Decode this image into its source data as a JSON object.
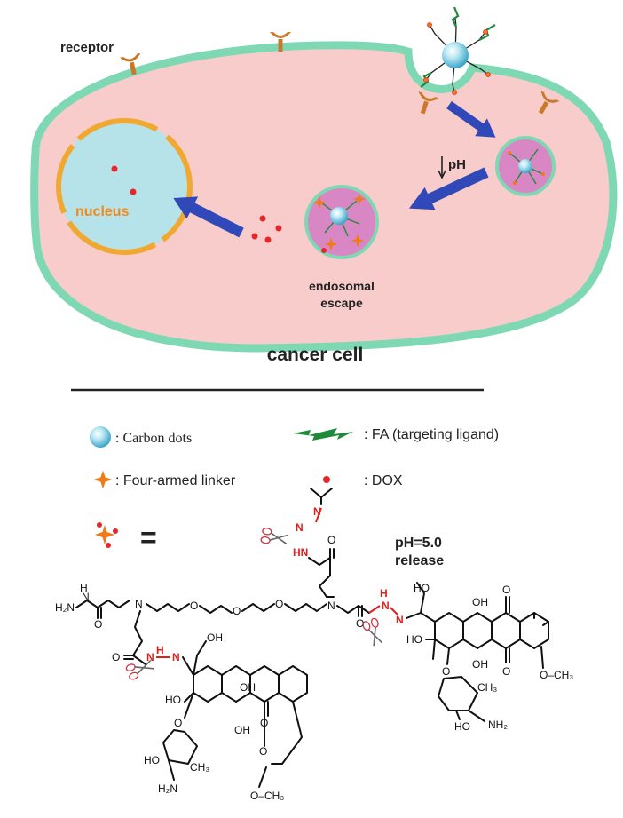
{
  "cell": {
    "receptor_label": "receptor",
    "nucleus_label": "nucleus",
    "ph_label": "pH",
    "escape_label_1": "endosomal",
    "escape_label_2": "escape",
    "cell_label": "cancer cell"
  },
  "legend": {
    "carbon_dots": ": Carbon dots",
    "fa": ": FA (targeting ligand)",
    "linker": ": Four-armed  linker",
    "dox": ": DOX"
  },
  "structure": {
    "equals": "=",
    "release_1": "pH=5.0",
    "release_2": "release",
    "h2n": "H₂N",
    "atom_N": "N",
    "atom_O": "O",
    "atom_HN": "HN",
    "atom_H": "H",
    "atom_OH": "OH",
    "atom_HO": "HO",
    "atom_CH3": "CH₃",
    "atom_OCH3": "O–CH₃",
    "atom_NH2": "NH₂",
    "atom_H2N": "H₂N"
  },
  "colors": {
    "cell_fill": "#f8cccb",
    "membrane": "#7fd8b4",
    "nucleus_fill": "#b6e3ea",
    "nuclear_envelope": "#f0a830",
    "receptor": "#c87a2a",
    "arrow": "#3149b8",
    "dox": "#e8262a",
    "endosome_fill": "#d987c4",
    "label_orange": "#f08a20",
    "fa_green": "#1f8a3a",
    "linker_orange": "#f07a18",
    "hydrazone_red": "#e0201c"
  }
}
